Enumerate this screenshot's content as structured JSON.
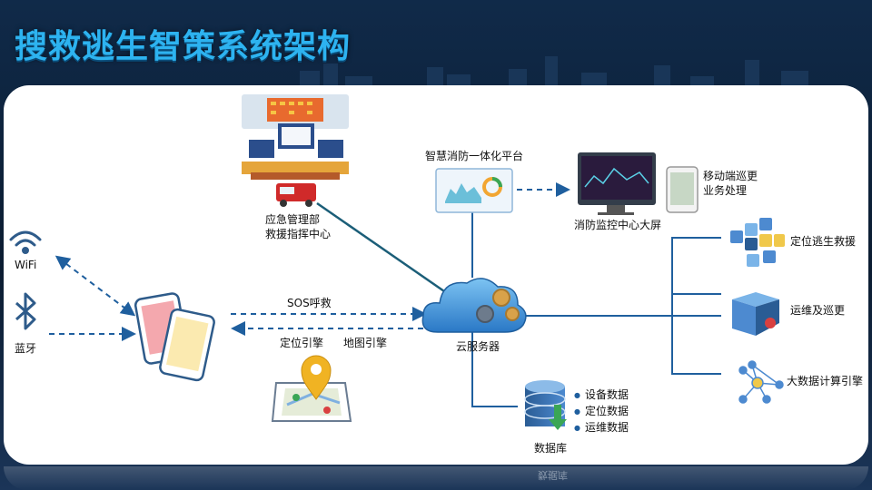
{
  "title": "搜救逃生智策系统架构",
  "nodes": {
    "emergency_center": [
      "应急管理部",
      "救援指挥中心"
    ],
    "platform": "智慧消防一体化平台",
    "big_screen": "消防监控中心大屏",
    "mobile": [
      "移动端巡更",
      "业务处理"
    ],
    "wifi": "WiFi",
    "bluetooth": "蓝牙",
    "sos": "SOS呼救",
    "positioning_engine": "定位引擎",
    "map_engine": "地图引擎",
    "cloud_server": "云服务器",
    "database": "数据库",
    "db_items": [
      "设备数据",
      "定位数据",
      "运维数据"
    ],
    "services": [
      "定位逃生救援",
      "运维及巡更",
      "大数据计算引擎"
    ]
  },
  "reflection_text": "数据库",
  "colors": {
    "title": "#2db3f0",
    "line": "#1f5f9e",
    "cloud": "#3a8fd8",
    "accent": "#f0b323"
  }
}
